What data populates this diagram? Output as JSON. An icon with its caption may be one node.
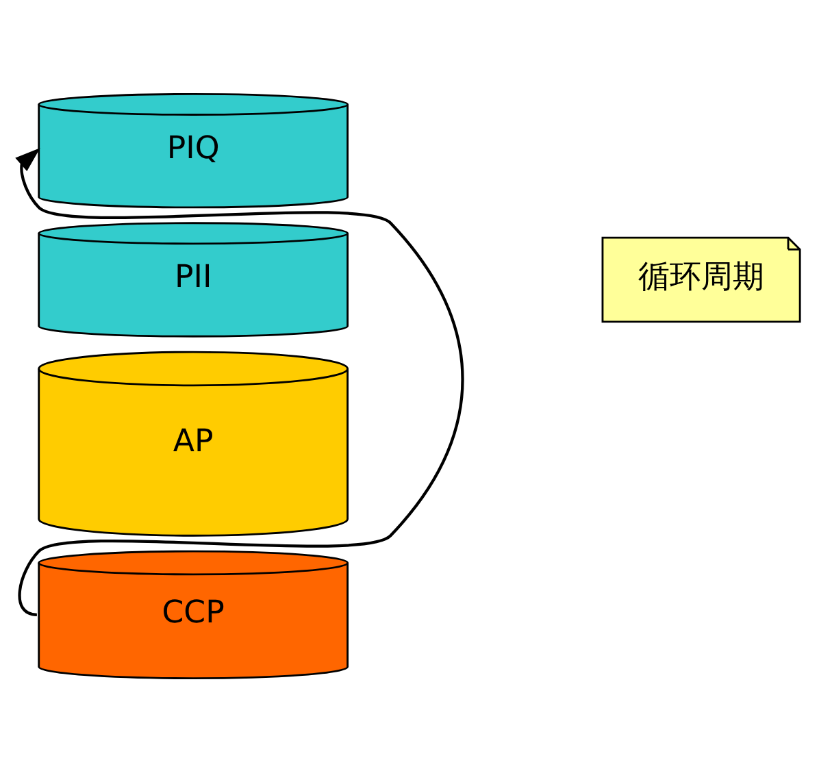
{
  "diagram": {
    "nodes": [
      {
        "text": [
          "PIQ"
        ]
      },
      {
        "text": [
          "PII"
        ]
      },
      {
        "text": [
          "AP"
        ]
      },
      {
        "text": [
          "CCP"
        ]
      },
      {
        "text": [
          "循环周期"
        ]
      }
    ],
    "edges": [
      {
        "from": 3,
        "to": 0,
        "arrow": "to"
      }
    ]
  }
}
